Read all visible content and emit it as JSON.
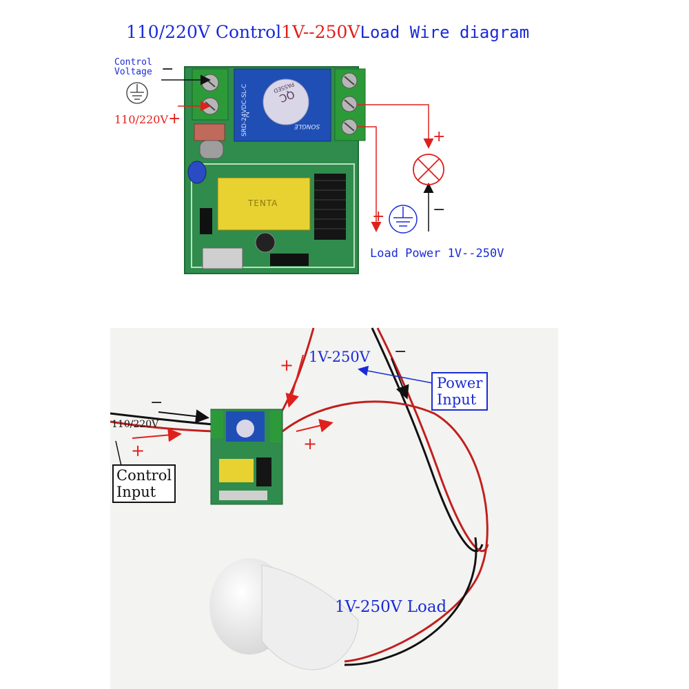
{
  "title": {
    "part1": "110/220V Control",
    "part2": "1V--250V",
    "part3": "Load Wire diagram"
  },
  "top_diagram": {
    "control_label_line1": "Control",
    "control_label_line2": "Voltage",
    "minus_sign": "−",
    "supply_label": "110/220V",
    "supply_plus": "+",
    "load_plus_top": "+",
    "load_minus": "−",
    "load_plus_bottom": "+",
    "load_power_label": "Load Power 1V--250V",
    "relay_model": "SRD-24VDC-SL-C",
    "relay_brand": "SONGLE",
    "qc_line1": "QC",
    "qc_line2": "PASSED",
    "transformer_brand": "TENTA",
    "relay_num": "2"
  },
  "photo": {
    "voltage_top": "1V-250V",
    "minus_top": "−",
    "plus_top": "+",
    "power_input_line1": "Power",
    "power_input_line2": "Input",
    "minus_left": "−",
    "supply_label": "110/220V",
    "plus_left": "+",
    "plus_right": "+",
    "control_input_line1": "Control",
    "control_input_line2": "Input",
    "load_label": "1V-250V Load"
  },
  "colors": {
    "label_blue": "#1a2bd6",
    "label_red": "#e0201c",
    "pcb_green": "#2e8a4a",
    "relay_blue": "#1f4fb5"
  }
}
